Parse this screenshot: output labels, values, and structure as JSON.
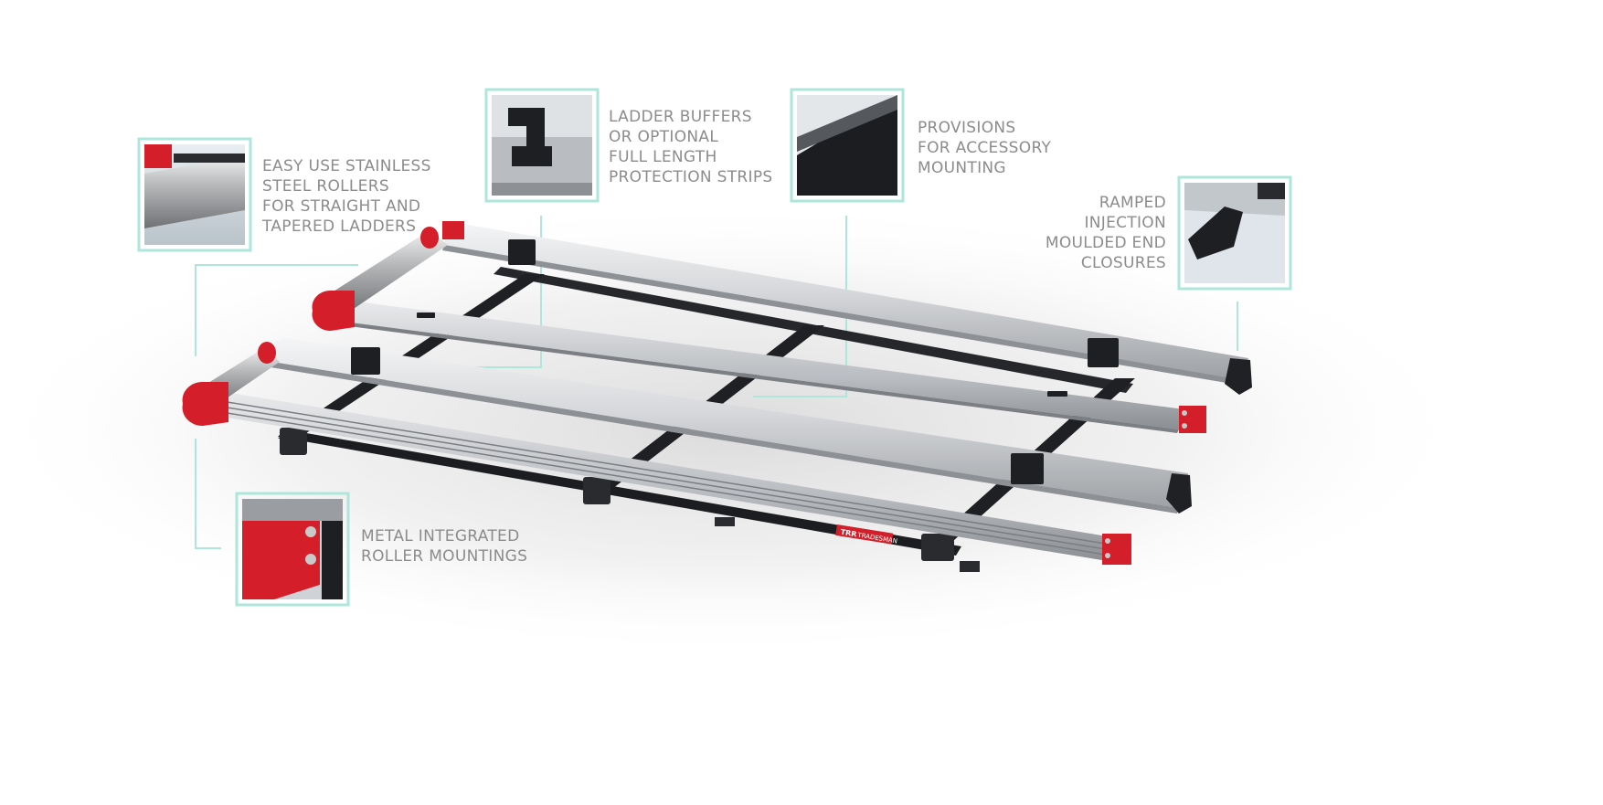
{
  "callouts": {
    "rollers": {
      "lines": [
        "EASY USE STAINLESS",
        "STEEL ROLLERS",
        "FOR STRAIGHT AND",
        "TAPERED LADDERS"
      ]
    },
    "buffers": {
      "lines": [
        "LADDER BUFFERS",
        "OR OPTIONAL",
        "FULL LENGTH",
        "PROTECTION STRIPS"
      ]
    },
    "provisions": {
      "lines": [
        "PROVISIONS",
        "FOR ACCESSORY",
        "MOUNTING"
      ]
    },
    "end_closures": {
      "lines": [
        "RAMPED",
        "INJECTION",
        "MOULDED END",
        "CLOSURES"
      ]
    },
    "mountings": {
      "lines": [
        "METAL INTEGRATED",
        "ROLLER MOUNTINGS"
      ]
    }
  },
  "brand": {
    "logo_text": "TRR",
    "product_text": "TRADESMAN"
  },
  "colors": {
    "callout_line": "#aee6dc",
    "label_text": "#8c8c8c",
    "accent_red": "#d41f2a",
    "rail_silver": "#d4d6d9",
    "frame_black": "#1c1d20"
  }
}
